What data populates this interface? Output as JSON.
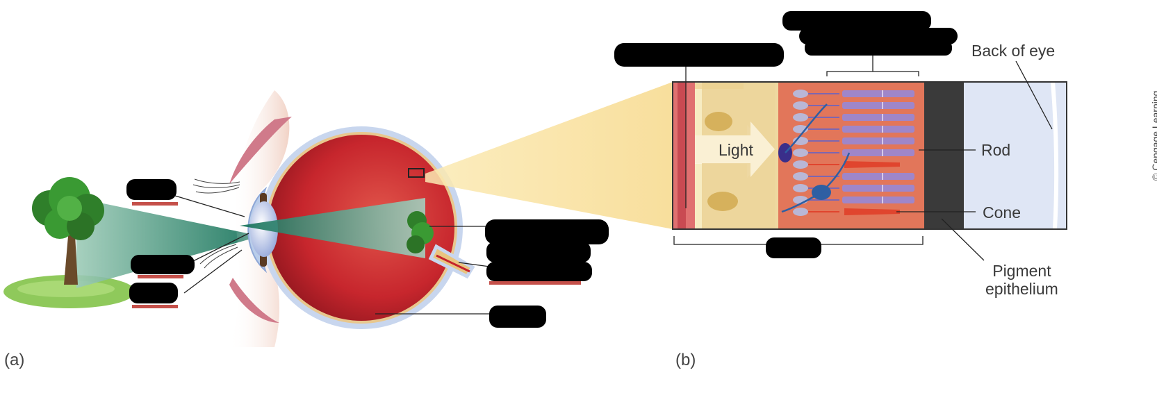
{
  "panels": {
    "a": "(a)",
    "b": "(b)"
  },
  "labels": {
    "light": "Light",
    "rod": "Rod",
    "cone": "Cone",
    "back_of_eye": "Back of eye",
    "pigment_epithelium": "Pigment\nepithelium"
  },
  "credit": "© Cengage Learning",
  "colors": {
    "eyeball": "#c9282e",
    "sclera": "#c8d6ee",
    "light_cone": "#1a7a5e",
    "retina_band": "#e2765a",
    "ganglion_band": "#e9cf8f",
    "pigment_band": "#3a3a3a",
    "back_band": "#dfe6f5",
    "rod": "#9f86c9",
    "cone": "#e0452e",
    "label_underline": "#c5504a",
    "redaction": "#000000"
  }
}
